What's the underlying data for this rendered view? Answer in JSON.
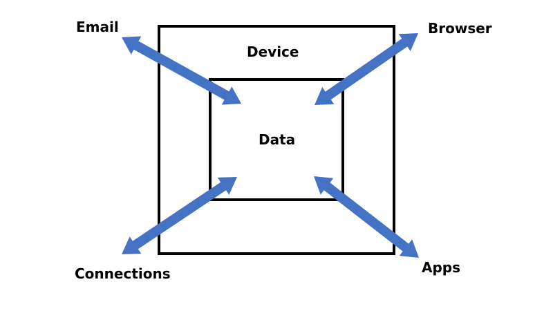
{
  "diagram": {
    "outer_box": {
      "label": "Device"
    },
    "inner_box": {
      "label": "Data"
    },
    "external_nodes": [
      {
        "id": "email",
        "label": "Email"
      },
      {
        "id": "browser",
        "label": "Browser"
      },
      {
        "id": "connections",
        "label": "Connections"
      },
      {
        "id": "apps",
        "label": "Apps"
      }
    ],
    "arrows": [
      {
        "from": "Email",
        "to": "Data",
        "type": "bidirectional"
      },
      {
        "from": "Browser",
        "to": "Data",
        "type": "bidirectional"
      },
      {
        "from": "Connections",
        "to": "Data",
        "type": "bidirectional"
      },
      {
        "from": "Apps",
        "to": "Data",
        "type": "bidirectional"
      }
    ],
    "colors": {
      "arrow": "#4472C4",
      "box_border": "#000000"
    }
  }
}
